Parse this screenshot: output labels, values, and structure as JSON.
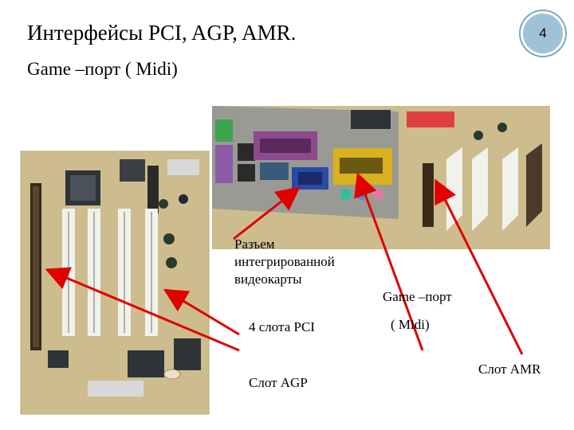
{
  "slide": {
    "title": "Интерфейсы PCI, AGP, AMR.",
    "subtitle": "Game –порт ( Midi)",
    "page_number": "4"
  },
  "labels": {
    "video": "Разъем интегрированной видеокарты",
    "pci": "4 слота PCI",
    "agp": "Слот AGP",
    "game_port": "Game –порт",
    "midi": "( Midi)",
    "amr": "Слот AMR"
  },
  "colors": {
    "arrow": "#e00000",
    "board": "#c9b98a",
    "badge": "#9fc3d6"
  }
}
